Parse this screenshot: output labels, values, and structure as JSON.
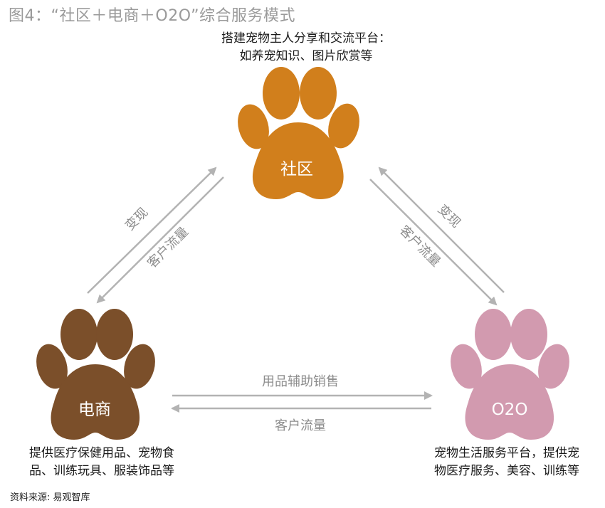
{
  "figure": {
    "title": "图4：“社区＋电商＋O2O”综合服务模式",
    "source": "资料来源: 易观智库"
  },
  "nodes": {
    "community": {
      "label": "社区",
      "color": "#d17f1c",
      "desc_lines": [
        "搭建宠物主人分享和交流平台：",
        "如养宠知识、图片欣赏等"
      ]
    },
    "ecommerce": {
      "label": "电商",
      "color": "#7b4f2a",
      "desc_lines": [
        "提供医疗保健用品、宠物食",
        "品、训练玩具、服装饰品等"
      ]
    },
    "o2o": {
      "label": "O2O",
      "color": "#d29aaf",
      "desc_lines": [
        "宠物生活服务平台，提供宠",
        "物医疗服务、美容、训练等"
      ]
    }
  },
  "edges": {
    "community_ecommerce": {
      "outer_label": "变现",
      "inner_label": "客户流量"
    },
    "community_o2o": {
      "outer_label": "变现",
      "inner_label": "客户流量"
    },
    "ecommerce_o2o": {
      "top_label": "用品辅助销售",
      "bottom_label": "客户流量"
    }
  },
  "colors": {
    "arrow": "#b3b3b3",
    "arrow_text": "#8c8c8c"
  }
}
